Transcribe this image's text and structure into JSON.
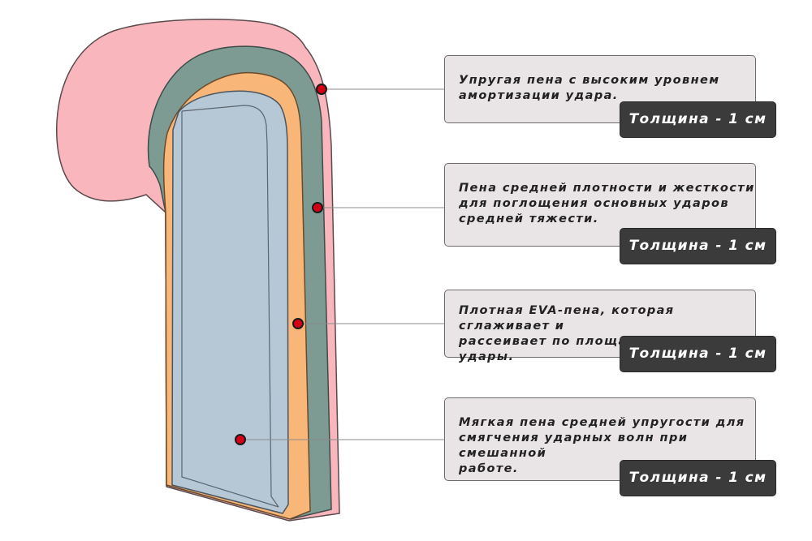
{
  "colors": {
    "outer_layer": "#f9b6bd",
    "second_layer": "#7d9a93",
    "third_layer": "#f8b678",
    "inner_layer": "#b6c8d5",
    "marker": "#d40015",
    "callout_bg": "#e9e4e5",
    "badge_bg": "#3c3b3c",
    "leader_line": "#8b8b8b"
  },
  "callouts": [
    {
      "marker_layer": "outer_layer",
      "text": "Упругая пена с высоким уровнем\nамортизации удара.",
      "badge": "Толщина - 1 см"
    },
    {
      "marker_layer": "second_layer",
      "text": "Пена средней плотности и жесткости\nдля поглощения основных ударов\nсредней тяжести.",
      "badge": "Толщина - 1 см"
    },
    {
      "marker_layer": "third_layer",
      "text": "Плотная EVA-пена, которая сглаживает и\nрассеивает по площади тяжелые\nудары.",
      "badge": "Толщина - 1 см"
    },
    {
      "marker_layer": "inner_layer",
      "text": "Мягкая пена средней упругости для\nсмягчения ударных волн при смешанной\nработе.",
      "badge": "Толщина - 1 см"
    }
  ]
}
